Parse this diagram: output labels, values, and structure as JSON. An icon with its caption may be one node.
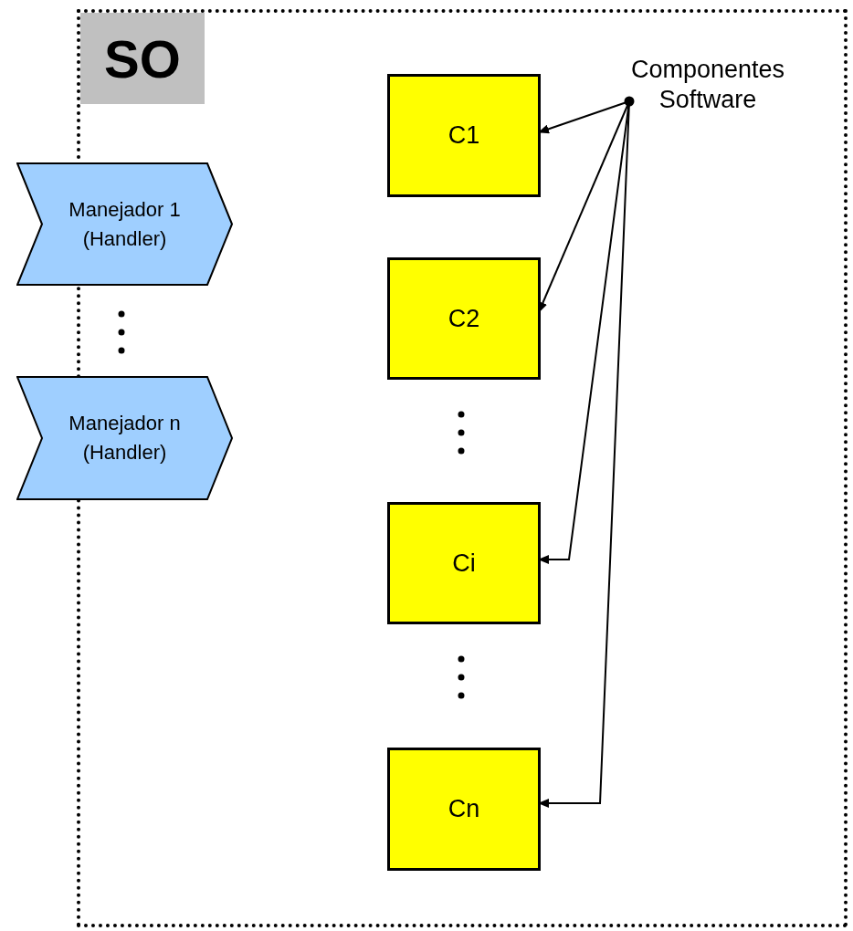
{
  "diagram": {
    "nodes": [
      {
        "text": [
          "SO"
        ]
      },
      {
        "text": [
          "Manejador 1 (Handler)"
        ]
      },
      {
        "text": [
          "Manejador n (Handler)"
        ]
      },
      {
        "text": [
          "C1"
        ],
        "in": 0
      },
      {
        "text": [
          "C2"
        ],
        "in": 0
      },
      {
        "text": [
          "Ci"
        ],
        "in": 0
      },
      {
        "text": [
          "Cn"
        ],
        "in": 0
      },
      {
        "text": [
          "Componentes Software"
        ],
        "in": 0
      }
    ],
    "edges": [
      {
        "from": 7,
        "to": 3,
        "arrow": "to"
      },
      {
        "from": 7,
        "to": 4,
        "arrow": "to"
      },
      {
        "from": 7,
        "to": 5,
        "arrow": "to"
      },
      {
        "from": 7,
        "to": 6,
        "arrow": "to"
      }
    ]
  }
}
